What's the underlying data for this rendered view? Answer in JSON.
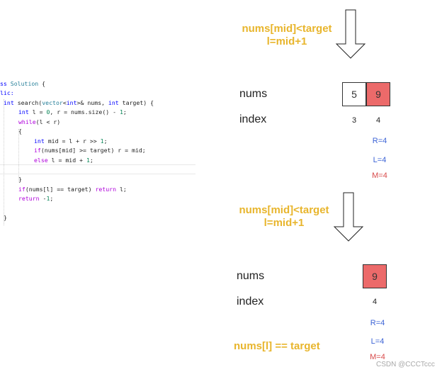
{
  "code": {
    "lines": [
      "ss Solution {",
      "lic:",
      "int search(vector<int>& nums, int target) {",
      "int l = 0, r = nums.size() - 1;",
      "while(l < r)",
      "{",
      "int mid = l + r >> 1;",
      "if(nums[mid] >= target) r = mid;",
      "else l = mid + 1;",
      "",
      "}",
      "if(nums[l] == target) return l;",
      "return -1;",
      "",
      "}"
    ]
  },
  "step1": {
    "condition": "nums[mid]<target",
    "action": "l=mid+1",
    "nums_label": "nums",
    "index_label": "index",
    "cells": [
      {
        "value": "5",
        "index": "3",
        "highlight": false
      },
      {
        "value": "9",
        "index": "4",
        "highlight": true
      }
    ],
    "vars": {
      "r": "R=4",
      "l": "L=4",
      "m": "M=4"
    }
  },
  "step2": {
    "condition": "nums[mid]<target",
    "action": "l=mid+1",
    "nums_label": "nums",
    "index_label": "index",
    "cells": [
      {
        "value": "9",
        "index": "4",
        "highlight": true
      }
    ],
    "vars": {
      "r": "R=4",
      "l": "L=4",
      "m": "M=4"
    },
    "result": "nums[l] == target"
  },
  "watermark": "CSDN @CCCTccc",
  "colors": {
    "yellow": "#e8b52c",
    "highlight": "#ec6a6a",
    "blue": "#3c63d6",
    "red": "#d84a4a"
  }
}
